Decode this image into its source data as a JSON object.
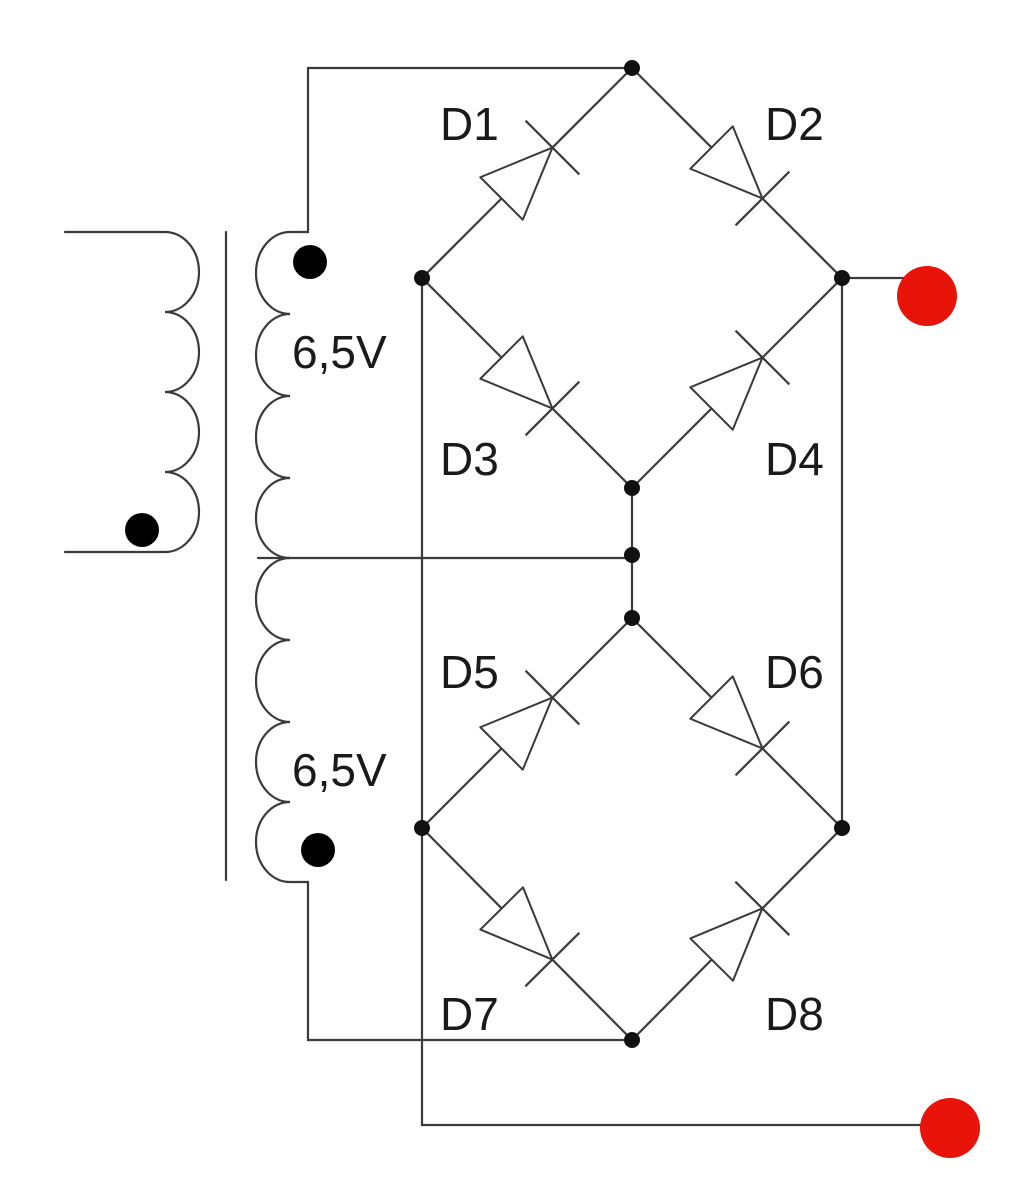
{
  "diagram": {
    "winding_top_label": "6,5V",
    "winding_bottom_label": "6,5V",
    "diodes": [
      "D1",
      "D2",
      "D3",
      "D4",
      "D5",
      "D6",
      "D7",
      "D8"
    ]
  },
  "colors": {
    "wire": "#3a3a3a",
    "output_terminal": "#e8140a",
    "polarity_dot": "#000000"
  }
}
